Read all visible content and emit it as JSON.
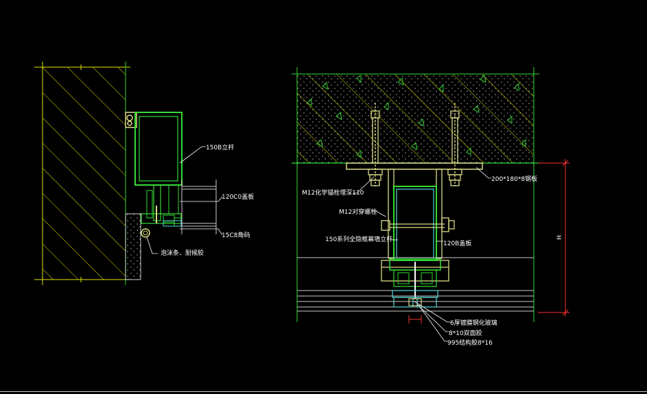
{
  "colors": {
    "background": "#000000",
    "hatch": "#e6e600",
    "concrete": "#ffffff",
    "concrete_triangles": "#33cc33",
    "profile": "#33dd33",
    "cyan": "#55dddd",
    "bolt": "#dddd88",
    "steel": "#cccccc",
    "leader": "#ffffff",
    "dim": "#ff3333"
  },
  "left_detail": {
    "labels": {
      "mullion": "150B立杆",
      "plate_120": "120C0盖板",
      "plate_15": "15C8角码",
      "foam": "泡沫条、耐候胶"
    }
  },
  "right_detail": {
    "labels": {
      "anchor": "M12化学锚栓埋深110",
      "through_bolt": "M12对穿螺栓",
      "mullion": "150系列全隐框幕墙立杆",
      "cover_plate": "120B盖板",
      "steel_plate": "200*180*8钢板",
      "glass": "6厚镀膜钢化玻璃",
      "tape": "8*10双面胶",
      "sealant": "995结构胶8*16",
      "height_dim": "H"
    }
  }
}
